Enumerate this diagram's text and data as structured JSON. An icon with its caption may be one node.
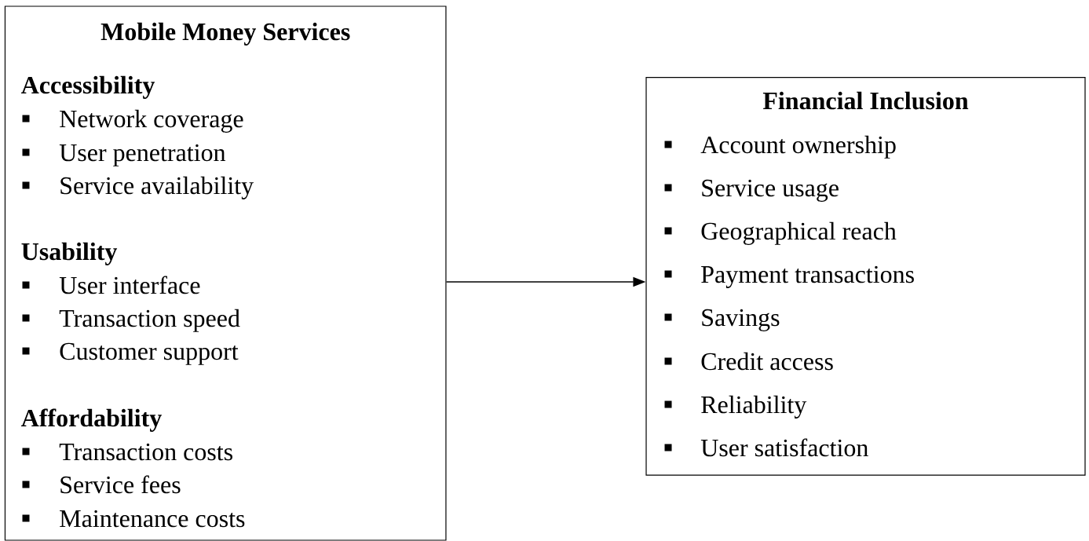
{
  "diagram": {
    "nodes": [
      {
        "text": [
          "Mobile Money Services",
          "Accessibility",
          "Network coverage",
          "User penetration",
          "Service availability",
          "Usability",
          "User interface",
          "Transaction speed",
          "Customer support",
          "Affordability",
          "Transaction costs",
          "Service fees",
          "Maintenance costs"
        ]
      },
      {
        "text": [
          "Financial Inclusion",
          "Account ownership",
          "Service usage",
          "Geographical reach",
          "Payment transactions",
          "Savings",
          "Credit access",
          "Reliability",
          "User satisfaction"
        ]
      }
    ],
    "edges": [
      {
        "from": 0,
        "to": 1,
        "arrow": "to"
      }
    ]
  }
}
